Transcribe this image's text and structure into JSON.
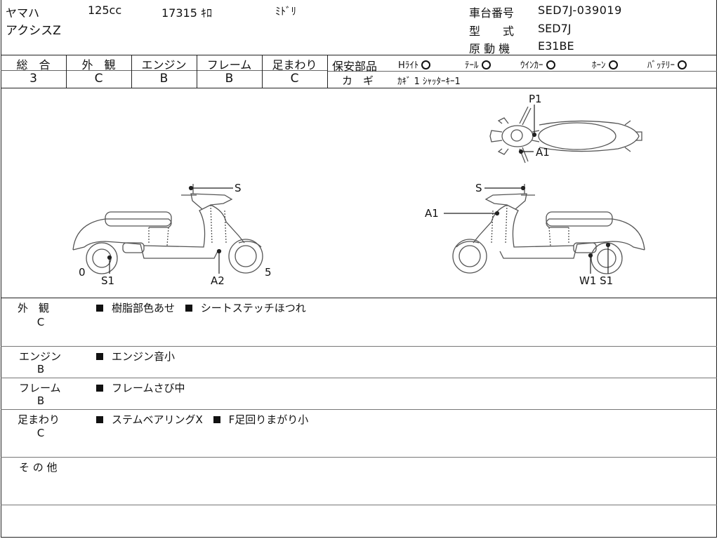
{
  "header": {
    "maker": "ヤマハ",
    "displacement": "125cc",
    "mileage": "17315 ｷﾛ",
    "color": "ﾐﾄﾞﾘ",
    "model_name": "アクシスZ",
    "frame_number_label": "車台番号",
    "frame_number": "SED7J-039019",
    "type_label": "型　　式",
    "type_value": "SED7J",
    "engine_label": "原 動 機",
    "engine_value": "E31BE"
  },
  "grades": {
    "headers": [
      "総　合",
      "外　観",
      "エンジン",
      "フレーム",
      "足まわり"
    ],
    "values": [
      "3",
      "C",
      "B",
      "B",
      "C"
    ]
  },
  "safety": {
    "label": "保安部品",
    "items": [
      "Hﾗｲﾄ",
      "ﾃｰﾙ",
      "ｳｲﾝｶｰ",
      "ﾎｰﾝ",
      "ﾊﾞｯﾃﾘｰ"
    ],
    "key_label": "カ　ギ",
    "key_value": "ｶｷﾞ 1 ｼｬｯﾀｰｷｰ1"
  },
  "diagram": {
    "top_labels": [
      "P1",
      "A1"
    ],
    "left_labels": [
      "S",
      "S1",
      "A2",
      "0",
      "5"
    ],
    "right_labels": [
      "S",
      "A1",
      "W1 S1"
    ]
  },
  "remarks": [
    {
      "category": "外　観",
      "grade": "C",
      "notes": [
        "樹脂部色あせ",
        "シートステッチほつれ"
      ]
    },
    {
      "category": "エンジン",
      "grade": "B",
      "notes": [
        "エンジン音小"
      ]
    },
    {
      "category": "フレーム",
      "grade": "B",
      "notes": [
        "フレームさび中"
      ]
    },
    {
      "category": "足まわり",
      "grade": "C",
      "notes": [
        "ステムベアリングX",
        "F足回りまがり小"
      ]
    },
    {
      "category": "そ の 他",
      "grade": "",
      "notes": []
    }
  ],
  "colors": {
    "line": "#222222",
    "sketch": "#555555"
  }
}
